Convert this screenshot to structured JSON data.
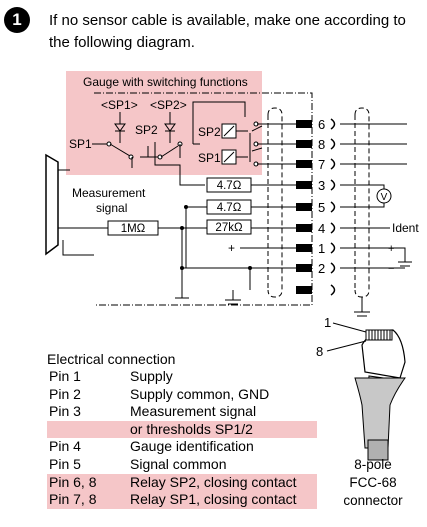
{
  "step": {
    "number": "1"
  },
  "intro_text": "If no sensor cable is available, make one according to the following diagram.",
  "diagram": {
    "gauge_box_title": "Gauge with switching functions",
    "sp1_bracket": "<SP1>",
    "sp2_bracket": "<SP2>",
    "sp1": "SP1",
    "sp2": "SP2",
    "relay_sp2": "SP2",
    "relay_sp1": "SP1",
    "measurement_signal": [
      "Measurement",
      "signal"
    ],
    "resistors": [
      "4.7Ω",
      "4.7Ω",
      "27kΩ",
      "1MΩ"
    ],
    "pins": [
      "6",
      "8",
      "7",
      "3",
      "5",
      "4",
      "1",
      "2"
    ],
    "voltmeter": "V",
    "ident": "Ident",
    "plus": "+",
    "minus": "−"
  },
  "connector": {
    "pin_labels": [
      "1",
      "8"
    ],
    "caption": [
      "8-pole",
      "FCC-68",
      "connector"
    ]
  },
  "table": {
    "title": "Electrical connection",
    "rows": [
      {
        "pin": "Pin 1",
        "desc": "Supply",
        "highlight": false
      },
      {
        "pin": "Pin 2",
        "desc": "Supply common, GND",
        "highlight": false
      },
      {
        "pin": "Pin 3",
        "desc": "Measurement signal",
        "highlight": false
      },
      {
        "pin": "",
        "desc": "or thresholds SP1/2",
        "highlight": true
      },
      {
        "pin": "Pin 4",
        "desc": "Gauge identification",
        "highlight": false
      },
      {
        "pin": "Pin 5",
        "desc": "Signal common",
        "highlight": false
      },
      {
        "pin": "Pin 6, 8",
        "desc": "Relay SP2, closing contact",
        "highlight": true
      },
      {
        "pin": "Pin 7, 8",
        "desc": "Relay SP1, closing contact",
        "highlight": true
      }
    ]
  },
  "colors": {
    "highlight": "#f5c6c8",
    "ink": "#000000"
  }
}
